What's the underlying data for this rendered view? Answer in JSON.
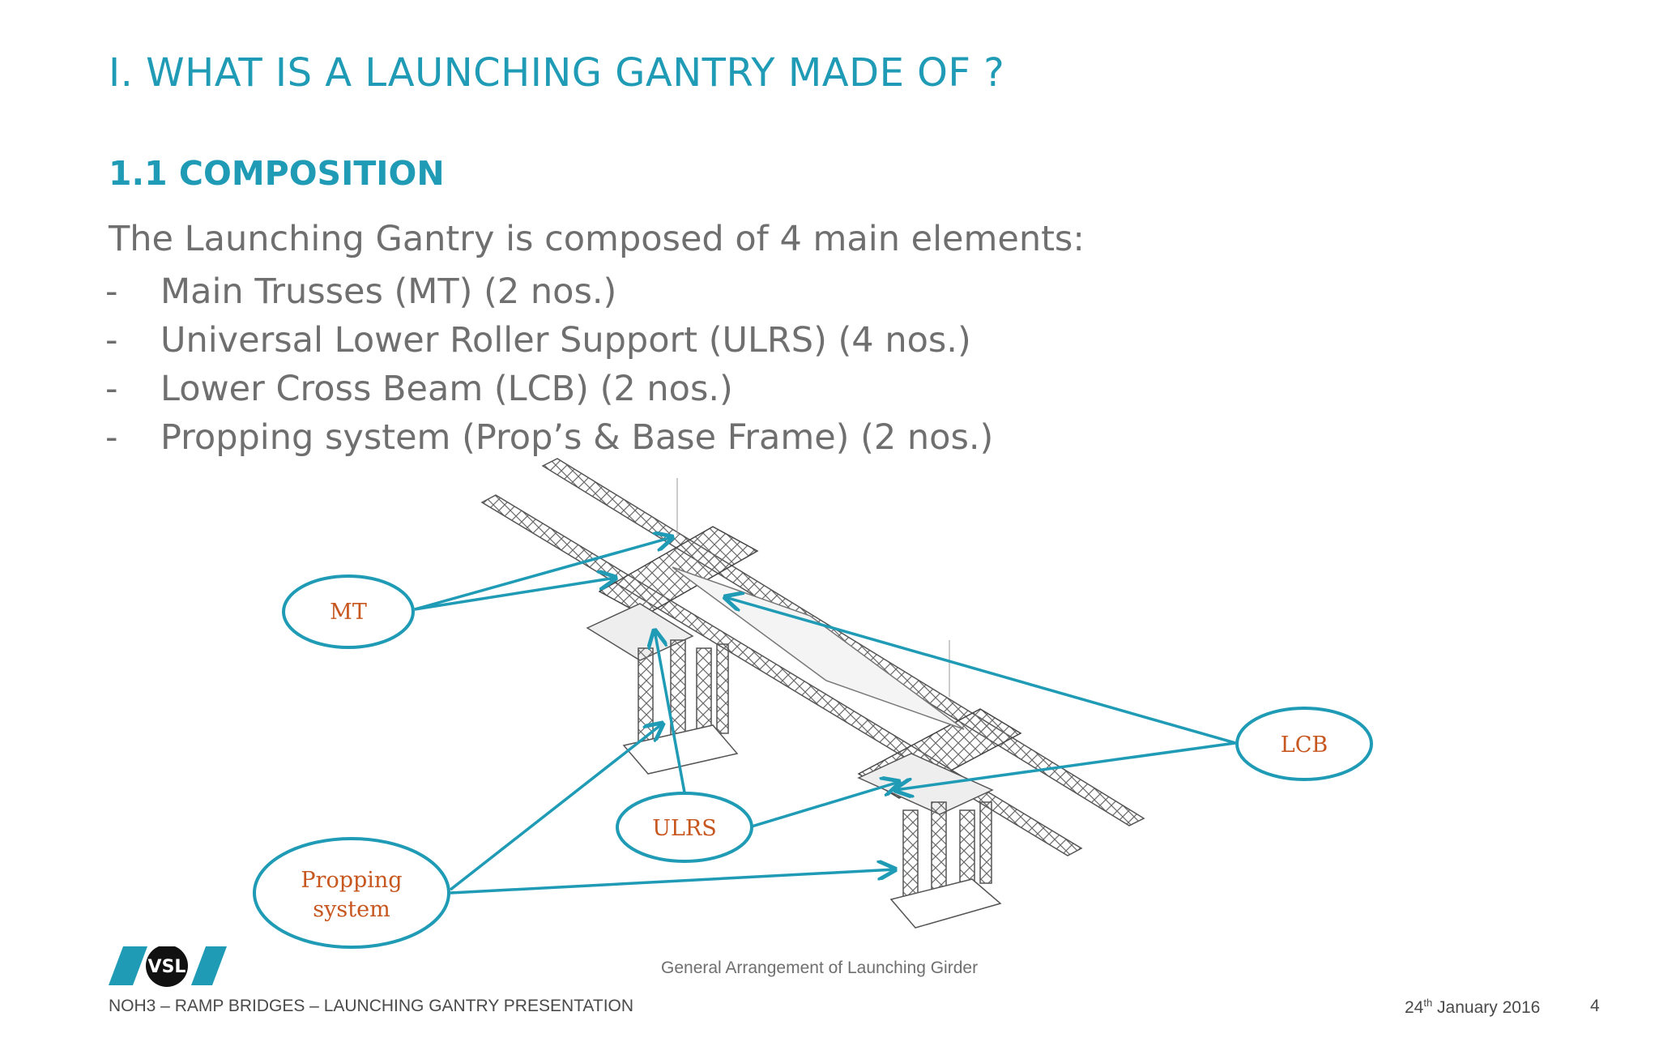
{
  "slide": {
    "title": "I. WHAT IS A LAUNCHING GANTRY MADE OF ?",
    "subtitle": "1.1 COMPOSITION",
    "intro": "The Launching Gantry is composed of 4 main elements:",
    "bullets": [
      {
        "marker": "-",
        "text": "Main Trusses (MT) (2 nos.)"
      },
      {
        "marker": "-",
        "text": "Universal Lower Roller Support (ULRS) (4 nos.)"
      },
      {
        "marker": "-",
        "text": "Lower Cross Beam (LCB)  (2 nos.)"
      },
      {
        "marker": "-",
        "text": "Propping system (Prop’s & Base Frame) (2 nos.)"
      }
    ]
  },
  "figure": {
    "caption": "General Arrangement of Launching Girder",
    "callouts": {
      "mt": "MT",
      "lcb": "LCB",
      "ulrs": "ULRS",
      "propping_line1": "Propping",
      "propping_line2": "system"
    },
    "callout_color": "#1f9bb6",
    "label_color": "#c7561f"
  },
  "footer": {
    "logo_text": "VSL",
    "left": "NOH3 –  RAMP BRIDGES – LAUNCHING GANTRY PRESENTATION",
    "date_day": "24",
    "date_suffix": "th",
    "date_rest": " January 2016",
    "page": "4"
  }
}
